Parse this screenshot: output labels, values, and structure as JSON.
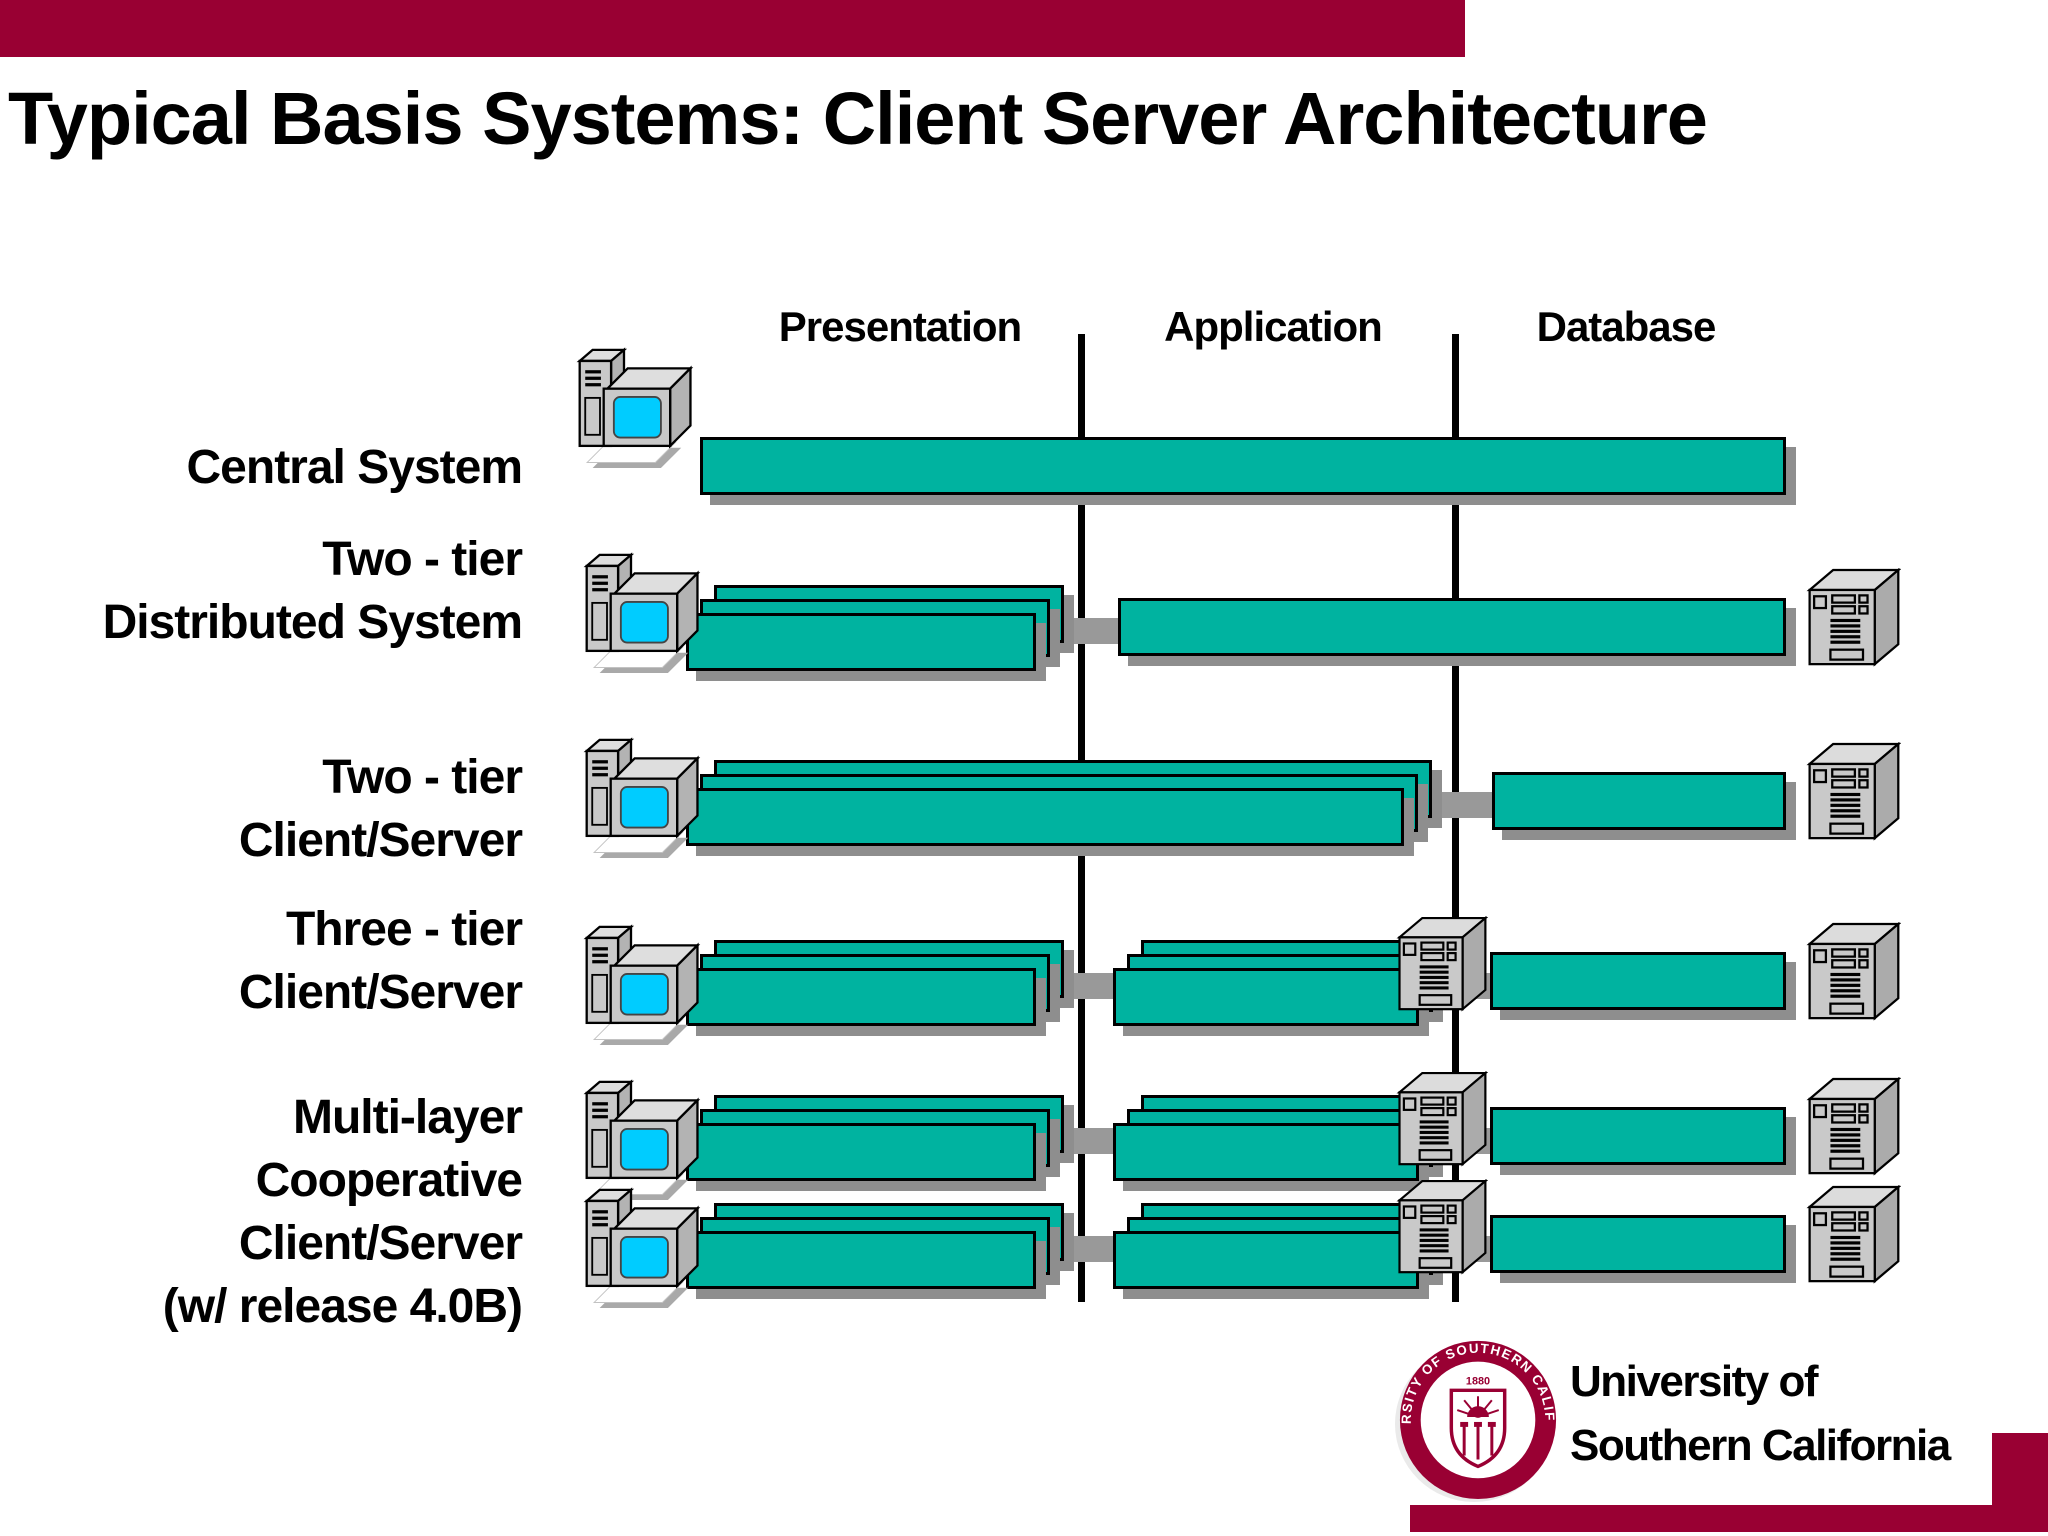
{
  "title": "Typical Basis Systems: Client Server Architecture",
  "columns": [
    {
      "label": "Presentation"
    },
    {
      "label": "Application"
    },
    {
      "label": "Database"
    }
  ],
  "rows": [
    {
      "label_lines": [
        "Central System"
      ],
      "architecture": {
        "presentation": "central host",
        "application": "central host",
        "database": "central host"
      },
      "client_workstations": 1,
      "application_servers": 0,
      "database_servers": 0
    },
    {
      "label_lines": [
        "Two - tier",
        "Distributed System"
      ],
      "architecture": {
        "presentation": "client workstation",
        "application": "server",
        "database": "server"
      },
      "client_workstations": 1,
      "application_servers": 0,
      "database_servers": 1
    },
    {
      "label_lines": [
        "Two - tier",
        "Client/Server"
      ],
      "architecture": {
        "presentation": "client workstation",
        "application": "client workstation",
        "database": "server"
      },
      "client_workstations": 1,
      "application_servers": 0,
      "database_servers": 1
    },
    {
      "label_lines": [
        "Three - tier",
        "Client/Server"
      ],
      "architecture": {
        "presentation": "client workstation",
        "application": "application server",
        "database": "database server"
      },
      "client_workstations": 1,
      "application_servers": 1,
      "database_servers": 1
    },
    {
      "label_lines": [
        "Multi-layer",
        "Cooperative",
        "Client/Server",
        "(w/ release 4.0B)"
      ],
      "architecture": {
        "presentation": "client workstations",
        "application": "application servers",
        "database": "database servers"
      },
      "client_workstations": 2,
      "application_servers": 2,
      "database_servers": 2
    }
  ],
  "logo": {
    "name_line1": "University of",
    "name_line2": "Southern California",
    "seal_ring_text": "UNIVERSITY OF SOUTHERN CALIFORNIA",
    "seal_year": "1880"
  },
  "colors": {
    "accent_maroon": "#990033",
    "bar_teal": "#00B3A0",
    "bar_shadow_gray": "#8E8E8E",
    "connector_gray": "#999999",
    "screen_cyan": "#00CCFF"
  },
  "icons": {
    "client": "desktop-computer-icon",
    "application_server": "server-tower-icon",
    "database_server": "server-tower-icon"
  }
}
